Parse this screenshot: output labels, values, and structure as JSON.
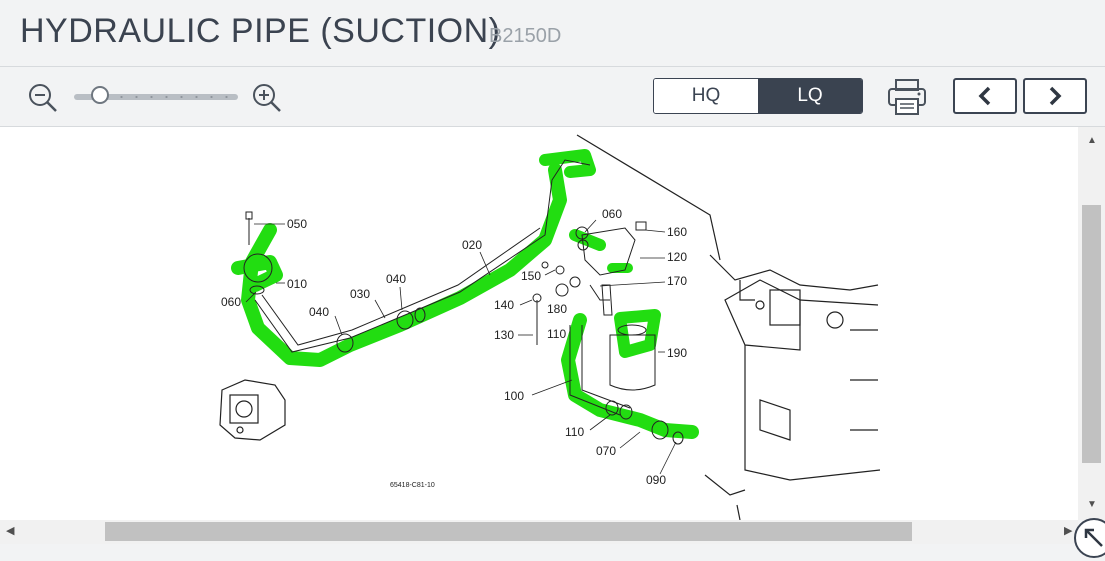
{
  "header": {
    "title": "HYDRAULIC PIPE (SUCTION)",
    "model": "B2150D"
  },
  "toolbar": {
    "zoom_out_icon": "zoom-out-icon",
    "zoom_in_icon": "zoom-in-icon",
    "zoom_level": 0.15,
    "quality_options": [
      "HQ",
      "LQ"
    ],
    "quality_selected": "LQ",
    "print_icon": "printer-icon",
    "prev_icon": "chevron-left-icon",
    "next_icon": "chevron-right-icon"
  },
  "diagram": {
    "highlight_color": "#22dd11",
    "callouts": [
      "050",
      "010",
      "060",
      "040",
      "030",
      "040",
      "020",
      "060",
      "160",
      "120",
      "150",
      "140",
      "130",
      "180",
      "170",
      "110",
      "190",
      "100",
      "110",
      "070",
      "090"
    ],
    "drawing_code": "65418-C81-10"
  },
  "scrollbars": {
    "vertical": true,
    "horizontal": true
  },
  "corner_icon": "resize-arrow-icon"
}
